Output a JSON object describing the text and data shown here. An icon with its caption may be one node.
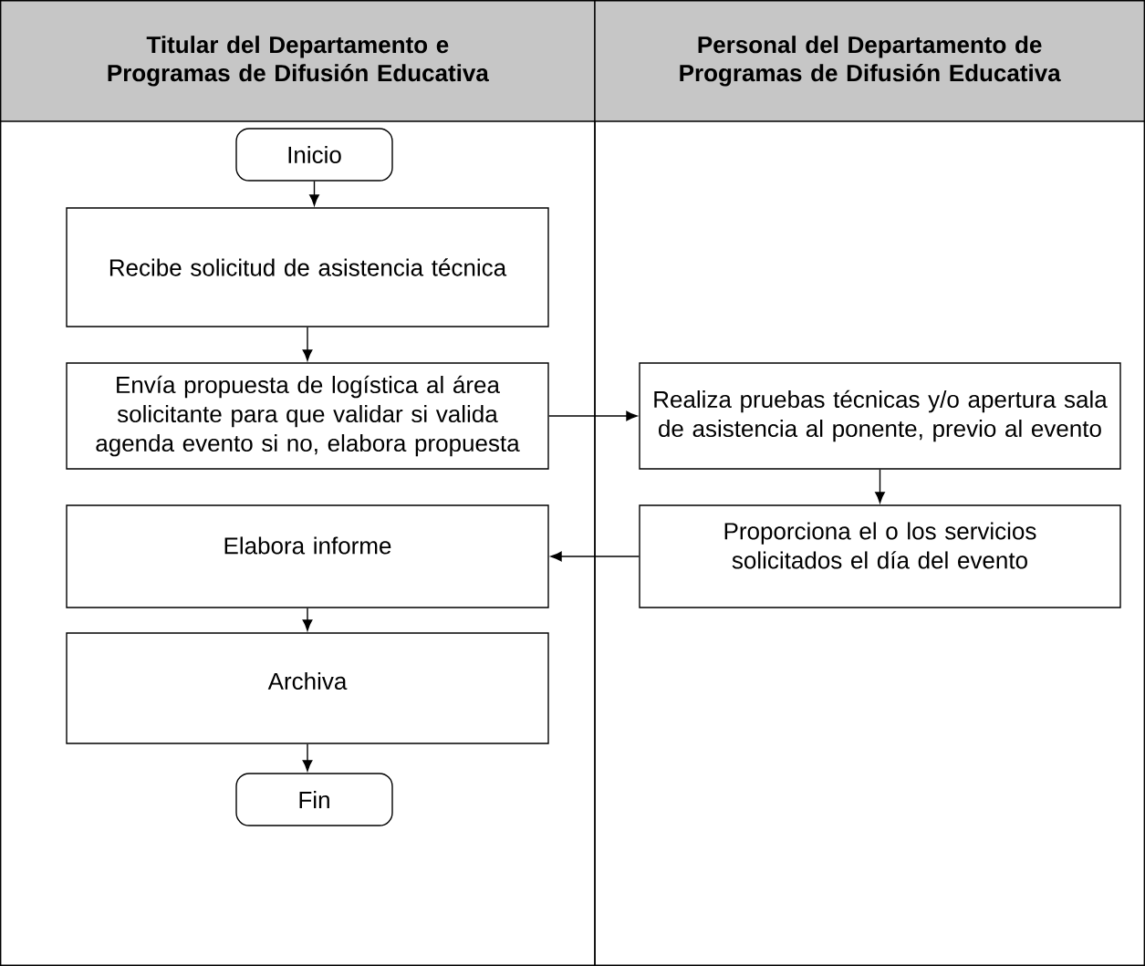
{
  "diagram": {
    "nodes": [
      {
        "text": [
          "Titular del Departamento e Programas de Difusión Educativa"
        ]
      },
      {
        "text": [
          "Personal del Departamento de Programas de Difusión Educativa"
        ]
      },
      {
        "text": [
          "Inicio"
        ],
        "in": 0
      },
      {
        "text": [
          "Recibe solicitud de asistencia técnica"
        ],
        "in": 0
      },
      {
        "text": [
          "Envía propuesta de logística al área solicitante para que validar si valida agenda evento si no, elabora propuesta"
        ],
        "in": 0
      },
      {
        "text": [
          "Realiza pruebas técnicas y/o apertura sala de asistencia al ponente, previo al evento"
        ],
        "in": 1
      },
      {
        "text": [
          "Proporciona el o los servicios solicitados el día del evento"
        ],
        "in": 1
      },
      {
        "text": [
          "Elabora informe"
        ],
        "in": 0
      },
      {
        "text": [
          "Archiva"
        ],
        "in": 0
      },
      {
        "text": [
          "Fin"
        ],
        "in": 0
      }
    ],
    "edges": [
      {
        "from": 2,
        "to": 3,
        "arrow": "to"
      },
      {
        "from": 3,
        "to": 4,
        "arrow": "to"
      },
      {
        "from": 4,
        "to": 5,
        "arrow": "to"
      },
      {
        "from": 5,
        "to": 6,
        "arrow": "to"
      },
      {
        "from": 6,
        "to": 7,
        "arrow": "to"
      },
      {
        "from": 7,
        "to": 8,
        "arrow": "to"
      },
      {
        "from": 8,
        "to": 9,
        "arrow": "to"
      }
    ]
  }
}
